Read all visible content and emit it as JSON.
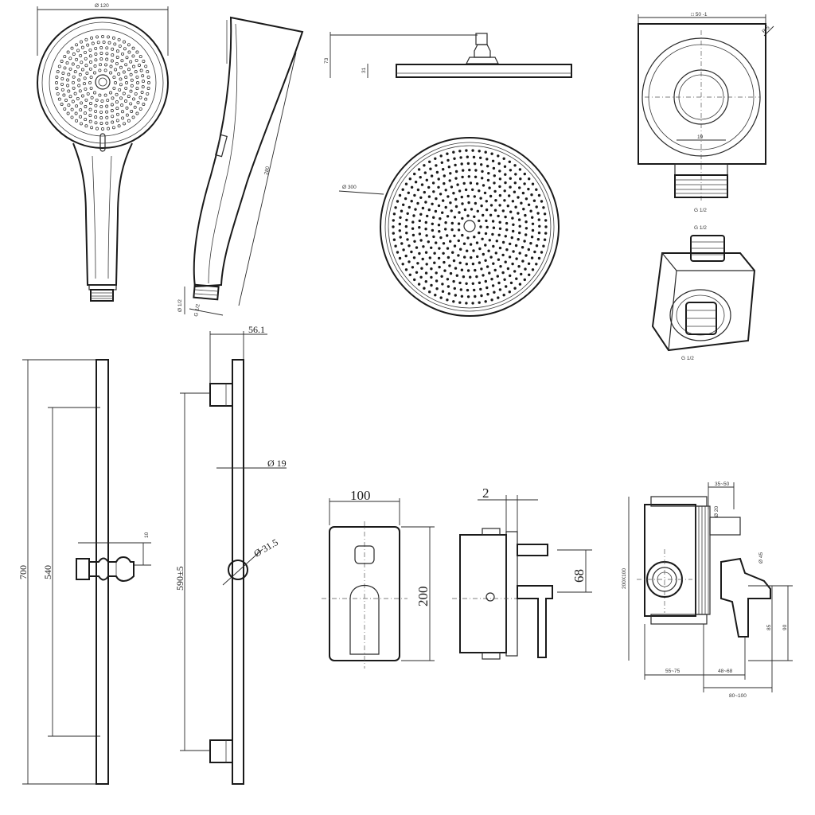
{
  "handshower": {
    "width_label": "Ø 120",
    "length_label": "Ø 1/2",
    "connector_label": "G 1/2"
  },
  "head": {
    "height_a": "73",
    "height_b": "31",
    "diameter": "Ø 300"
  },
  "elbow": {
    "top_label": "□ 50 -1",
    "side_label": "R 5",
    "inner": "19",
    "thread_a": "G 1/2",
    "thread_b": "G 1/2",
    "thread_c": "G 1/2"
  },
  "rail": {
    "total": "700",
    "spacing": "540",
    "holder_gap": "10",
    "bracket_offset": "56.1",
    "rod_dia": "Ø 19",
    "adjust": "590±5",
    "slider_dia": "Ø 31.5"
  },
  "plate": {
    "width": "100",
    "height": "200",
    "depth": "2",
    "mid": "68"
  },
  "box": {
    "range_top": "35~50",
    "pipe": "Ø 20",
    "handle": "Ø 45",
    "height": "200X100",
    "depth_a": "55~75",
    "depth_b": "48~68",
    "depth_c": "80~100",
    "h1": "85",
    "h2": "90"
  }
}
